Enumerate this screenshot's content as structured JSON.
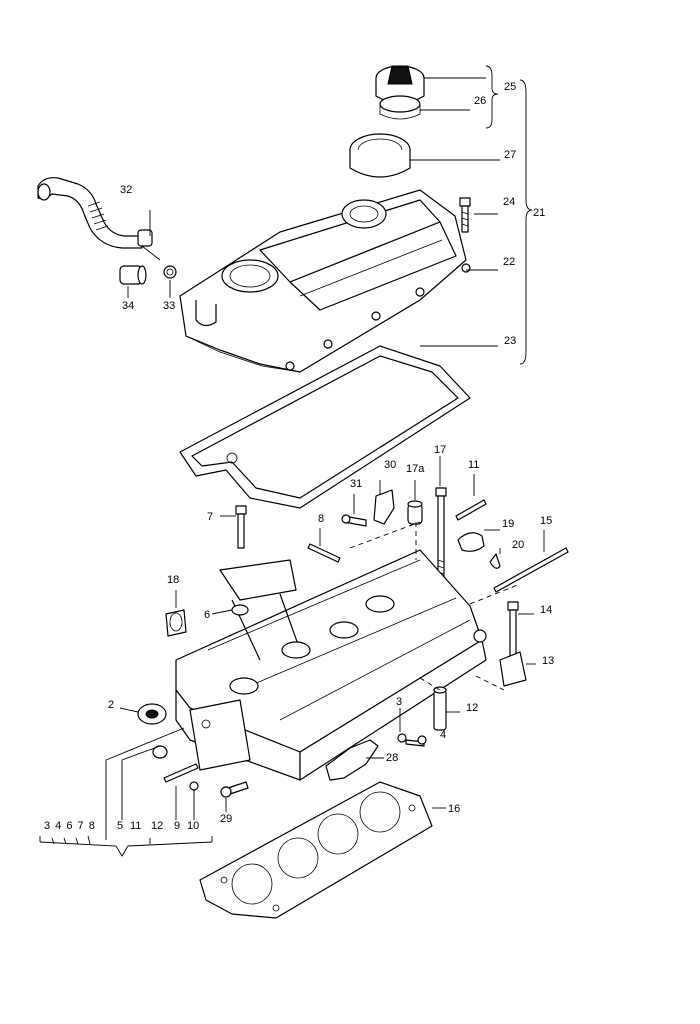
{
  "callouts": [
    {
      "id": "c25",
      "text": "25"
    },
    {
      "id": "c26",
      "text": "26"
    },
    {
      "id": "c27",
      "text": "27"
    },
    {
      "id": "c24",
      "text": "24"
    },
    {
      "id": "c21",
      "text": "21"
    },
    {
      "id": "c22",
      "text": "22"
    },
    {
      "id": "c23",
      "text": "23"
    },
    {
      "id": "c32",
      "text": "32"
    },
    {
      "id": "c34",
      "text": "34"
    },
    {
      "id": "c33",
      "text": "33"
    },
    {
      "id": "c17",
      "text": "17"
    },
    {
      "id": "c30",
      "text": "30"
    },
    {
      "id": "c17a",
      "text": "17a"
    },
    {
      "id": "c11a",
      "text": "11"
    },
    {
      "id": "c31",
      "text": "31"
    },
    {
      "id": "c7",
      "text": "7"
    },
    {
      "id": "c8",
      "text": "8"
    },
    {
      "id": "c19",
      "text": "19"
    },
    {
      "id": "c15",
      "text": "15"
    },
    {
      "id": "c20",
      "text": "20"
    },
    {
      "id": "c18",
      "text": "18"
    },
    {
      "id": "c6",
      "text": "6"
    },
    {
      "id": "c14",
      "text": "14"
    },
    {
      "id": "c13",
      "text": "13"
    },
    {
      "id": "c2",
      "text": "2"
    },
    {
      "id": "c3",
      "text": "3"
    },
    {
      "id": "c12a",
      "text": "12"
    },
    {
      "id": "c4",
      "text": "4"
    },
    {
      "id": "c28",
      "text": "28"
    },
    {
      "id": "c16",
      "text": "16"
    },
    {
      "id": "c29",
      "text": "29"
    }
  ],
  "legend_bottom": {
    "row1": "3 4 6 7 8",
    "group": [
      "5",
      "11",
      "12",
      "9",
      "10"
    ]
  },
  "icons": {
    "diagram": "exploded-cylinder-head-diagram"
  }
}
